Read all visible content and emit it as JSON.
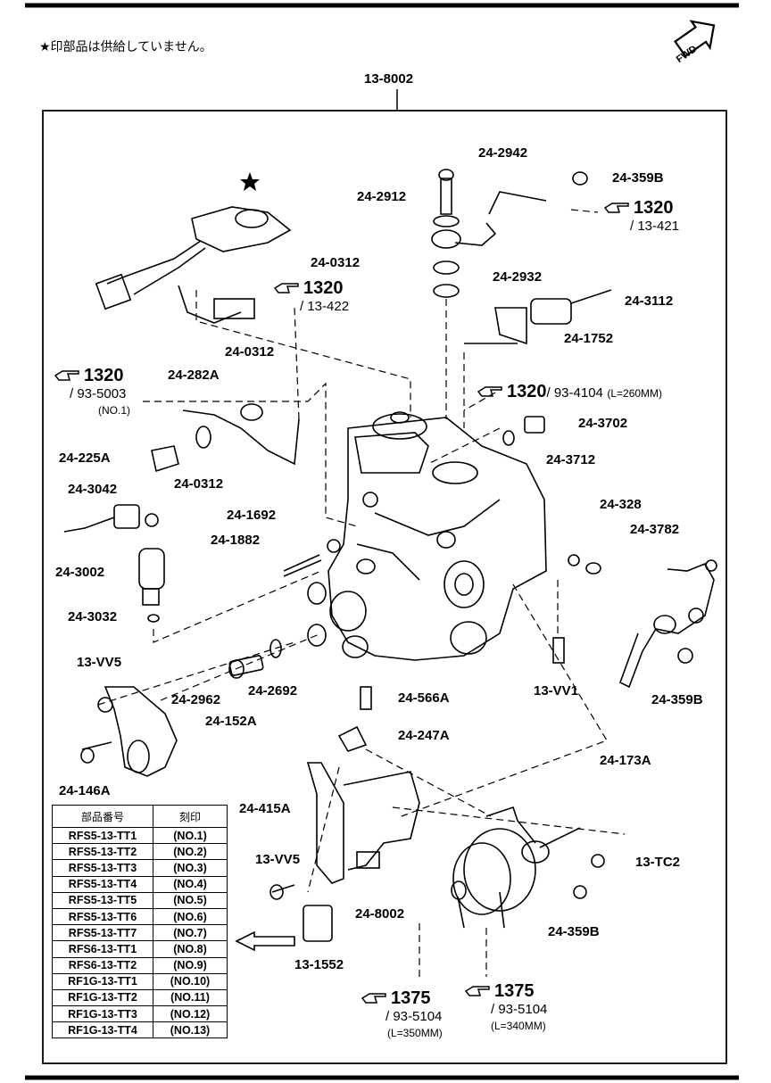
{
  "note": "★印部品は供給していません。",
  "fwd_label": "FWD",
  "assembly_number": "13-8002",
  "parts": {
    "p_2942": "24-2942",
    "p_359B_top": "24-359B",
    "p_2912": "24-2912",
    "p_0312_top": "24-0312",
    "p_2932": "24-2932",
    "p_3112": "24-3112",
    "p_1752": "24-1752",
    "p_0312_mid": "24-0312",
    "p_282A": "24-282A",
    "p_225A": "24-225A",
    "p_0312_low": "24-0312",
    "p_3702": "24-3702",
    "p_3712": "24-3712",
    "p_3042": "24-3042",
    "p_1692": "24-1692",
    "p_1882": "24-1882",
    "p_3002": "24-3002",
    "p_328": "24-328",
    "p_3782": "24-3782",
    "p_3032": "24-3032",
    "p_vv5_a": "13-VV5",
    "p_2962": "24-2962",
    "p_2692": "24-2692",
    "p_152A": "24-152A",
    "p_566A": "24-566A",
    "p_vv1": "13-VV1",
    "p_359B_right": "24-359B",
    "p_247A": "24-247A",
    "p_146A": "24-146A",
    "p_173A": "24-173A",
    "p_415A": "24-415A",
    "p_vv5_b": "13-VV5",
    "p_tc2": "13-TC2",
    "p_8002": "24-8002",
    "p_359B_low": "24-359B",
    "p_1552": "13-1552"
  },
  "refs": {
    "r1": {
      "num": "1320",
      "page": "/ 13-421"
    },
    "r2": {
      "num": "1320",
      "page": "/ 13-422"
    },
    "r3": {
      "num": "1320",
      "page": "/ 93-5003",
      "extra": "(NO.1)"
    },
    "r4": {
      "num": "1320",
      "page": "/ 93-4104",
      "extra": "(L=260MM)"
    },
    "r5": {
      "num": "1375",
      "page": "/ 93-5104",
      "extra": "(L=350MM)"
    },
    "r6": {
      "num": "1375",
      "page": "/ 93-5104",
      "extra": "(L=340MM)"
    }
  },
  "table": {
    "headers": [
      "部品番号",
      "刻印"
    ],
    "rows": [
      [
        "RFS5-13-TT1",
        "(NO.1)"
      ],
      [
        "RFS5-13-TT2",
        "(NO.2)"
      ],
      [
        "RFS5-13-TT3",
        "(NO.3)"
      ],
      [
        "RFS5-13-TT4",
        "(NO.4)"
      ],
      [
        "RFS5-13-TT5",
        "(NO.5)"
      ],
      [
        "RFS5-13-TT6",
        "(NO.6)"
      ],
      [
        "RFS5-13-TT7",
        "(NO.7)"
      ],
      [
        "RFS6-13-TT1",
        "(NO.8)"
      ],
      [
        "RFS6-13-TT2",
        "(NO.9)"
      ],
      [
        "RF1G-13-TT1",
        "(NO.10)"
      ],
      [
        "RF1G-13-TT2",
        "(NO.11)"
      ],
      [
        "RF1G-13-TT3",
        "(NO.12)"
      ],
      [
        "RF1G-13-TT4",
        "(NO.13)"
      ]
    ]
  }
}
